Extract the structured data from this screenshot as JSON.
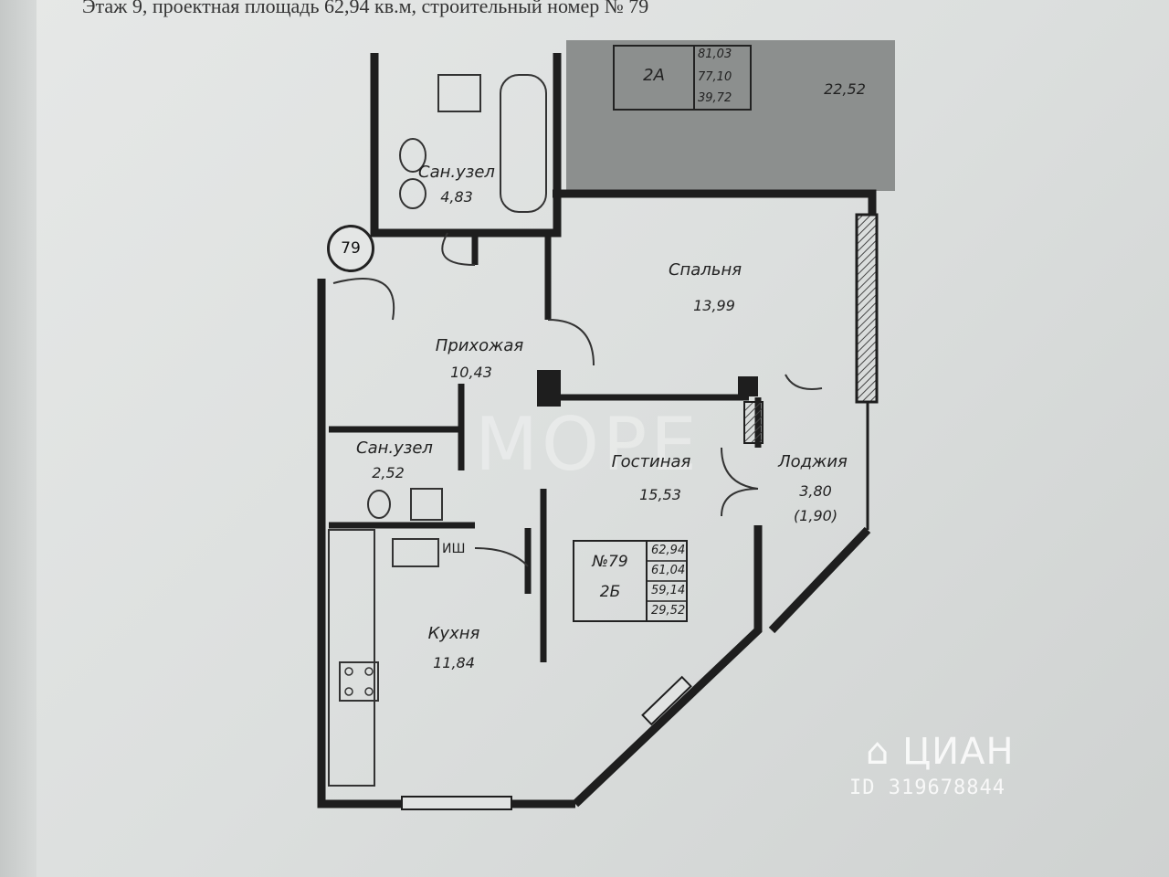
{
  "header": {
    "text": "Этаж 9, проектная площадь 62,94 кв.м, строительный номер № 79"
  },
  "apartment": {
    "number_badge": "79",
    "summary": {
      "label": "№79",
      "type": "2Б",
      "areas": [
        "62,94",
        "61,04",
        "59,14",
        "29,52"
      ]
    }
  },
  "neighbor": {
    "type": "2А",
    "areas": [
      "81,03",
      "77,10",
      "39,72"
    ],
    "bedroom_area": "22,52"
  },
  "rooms": [
    {
      "id": "bathroom1",
      "label": "Сан.узел",
      "area": "4,83"
    },
    {
      "id": "bedroom",
      "label": "Спальня",
      "area": "13,99"
    },
    {
      "id": "hallway",
      "label": "Прихожая",
      "area": "10,43"
    },
    {
      "id": "bathroom2",
      "label": "Сан.узел",
      "area": "2,52"
    },
    {
      "id": "living",
      "label": "Гостиная",
      "area": "15,53"
    },
    {
      "id": "loggia",
      "label": "Лоджия",
      "area": "3,80",
      "area_reduced": "(1,90)"
    },
    {
      "id": "kitchen",
      "label": "Кухня",
      "area": "11,84"
    }
  ],
  "fixtures": {
    "kitchen_sink_label": "ИШ"
  },
  "watermarks": {
    "center": "МОРЕ",
    "cian_logo": "ЦИАН",
    "cian_id": "ID 319678844"
  },
  "colors": {
    "wall": "#1e1e1e",
    "paper": "#e1e3e2",
    "neighbor_fill": "#8c8f8e"
  }
}
